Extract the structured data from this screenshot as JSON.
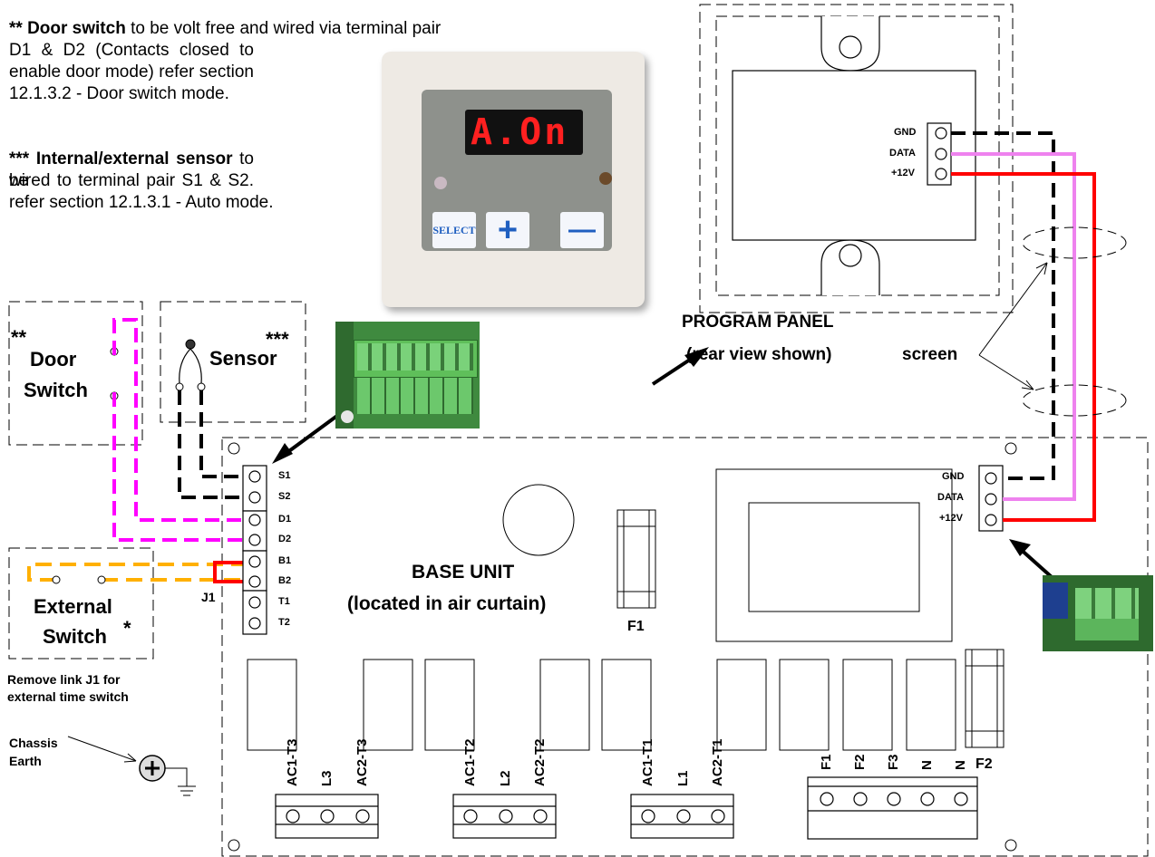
{
  "notes": {
    "door_prefix": "**",
    "door_bold": "Door switch",
    "door_line1_rest": " to be volt free and wired via terminal pair",
    "door_line2": "D1 & D2 (Contacts closed to",
    "door_line3": "enable door mode) refer section",
    "door_line4": "12.1.3.2 - Door switch mode.",
    "sensor_prefix": "***",
    "sensor_bold": "Internal/external sensor",
    "sensor_line1_rest": " to be",
    "sensor_line2": "wired to terminal pair S1 & S2.",
    "sensor_line3": "refer section 12.1.3.1 - Auto mode."
  },
  "control_panel": {
    "display": "A.On",
    "select_label": "SELECT",
    "plus_label": "+",
    "minus_label": "—"
  },
  "program_panel": {
    "title_line1": "PROGRAM PANEL",
    "title_line2": "(rear view shown)",
    "terminals": [
      "GND",
      "DATA",
      "+12V"
    ]
  },
  "screen_label": "screen",
  "door_switch": {
    "stars": "**",
    "line1": "Door",
    "line2": "Switch"
  },
  "sensor": {
    "stars": "***",
    "label": "Sensor"
  },
  "external_switch": {
    "line1": "External",
    "line2": "Switch",
    "star": "*"
  },
  "remove_link_note": {
    "line1": "Remove link J1 for",
    "line2": "external time switch"
  },
  "chassis": {
    "line1": "Chassis",
    "line2": "Earth"
  },
  "base_unit": {
    "title_line1": "BASE UNIT",
    "title_line2": "(located in air curtain)",
    "left_terminals": [
      "S1",
      "S2",
      "D1",
      "D2",
      "B1",
      "B2",
      "T1",
      "T2"
    ],
    "link_label": "J1",
    "right_terminals": [
      "GND",
      "DATA",
      "+12V"
    ],
    "fuse1": "F1",
    "fuse2": "F2",
    "group1": [
      "AC1-T3",
      "L3",
      "AC2-T3"
    ],
    "group2": [
      "AC1-T2",
      "L2",
      "AC2-T2"
    ],
    "group3": [
      "AC1-T1",
      "L1",
      "AC2-T1"
    ],
    "group4": [
      "F1",
      "F2",
      "F3",
      "N",
      "N"
    ]
  },
  "colors": {
    "magenta": "#ff00ff",
    "pink": "#ee82ee",
    "red": "#ff0000",
    "orange": "#ffb000",
    "led_red": "#ff2020",
    "button_blue": "#1f5fc0"
  }
}
